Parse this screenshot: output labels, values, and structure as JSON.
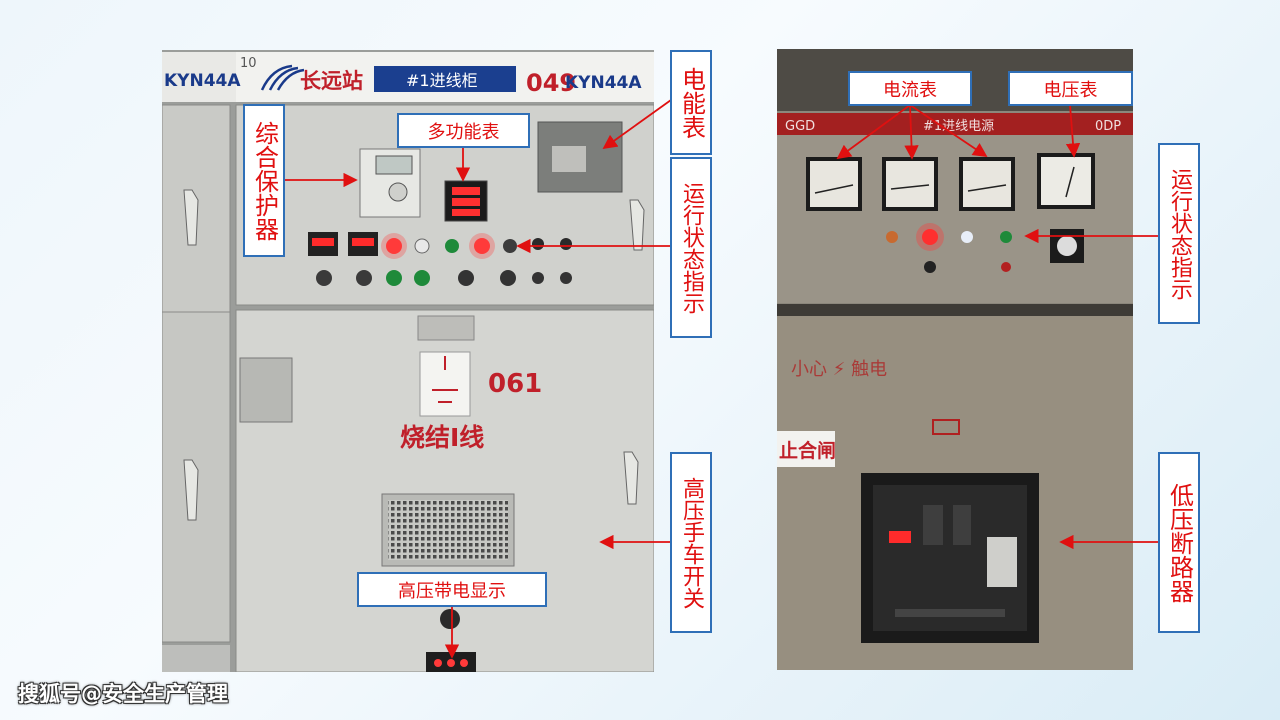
{
  "photo_left": {
    "sign_left": "KYN44A",
    "sign_number": "10",
    "sign_station": "长远站",
    "sign_panel": "#1进线柜",
    "sign_code": "049",
    "sign_model": "KYN44A",
    "panel_number": "061",
    "panel_line": "烧结Ⅰ线"
  },
  "photo_right": {
    "header_left": "GGD",
    "header_center": "#1进线电源",
    "header_right": "0DP",
    "warning_text": "小心 ⚡ 触电",
    "side_label": "止合闸"
  },
  "callouts": {
    "multi_meter": "多功能表",
    "protector": "综合保护器",
    "energy_meter": "电能表",
    "status_left": "运行状态指示",
    "hv_switch": "高压手车开关",
    "hv_display": "高压带电显示",
    "ammeter": "电流表",
    "voltmeter": "电压表",
    "status_right": "运行状态指示",
    "lv_breaker": "低压断路器"
  },
  "watermark": "搜狐号@安全生产管理"
}
